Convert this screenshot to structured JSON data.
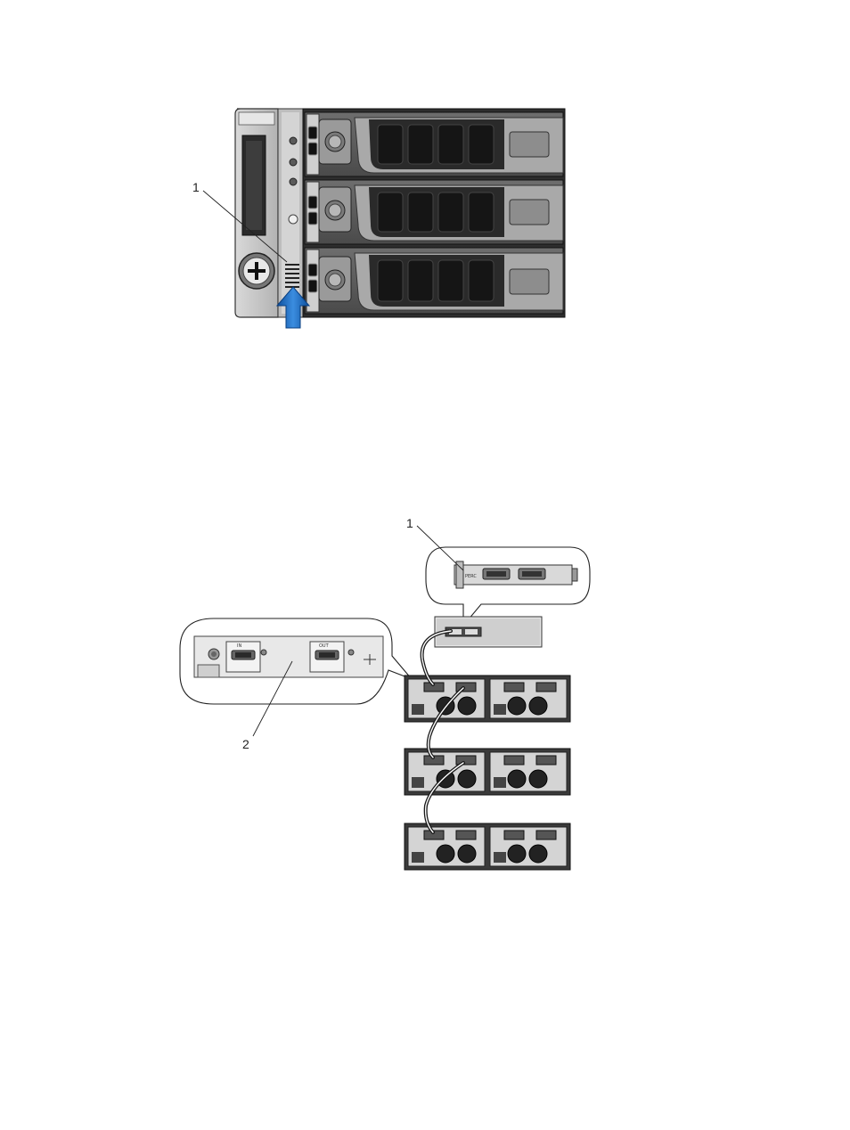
{
  "figure1": {
    "callouts": [
      {
        "label": "1"
      }
    ]
  },
  "figure2": {
    "callouts": [
      {
        "label": "1"
      },
      {
        "label": "2"
      }
    ],
    "hba_card": {
      "port_label": "PERC"
    },
    "emm_detail": {
      "in_port_label": "IN",
      "out_port_label": "OUT"
    }
  },
  "colors": {
    "arrow": "#1f6fc1",
    "chassis_dark": "#333333",
    "chassis_mid": "#8a8a8a",
    "bezel_light": "#c7c7c7"
  }
}
